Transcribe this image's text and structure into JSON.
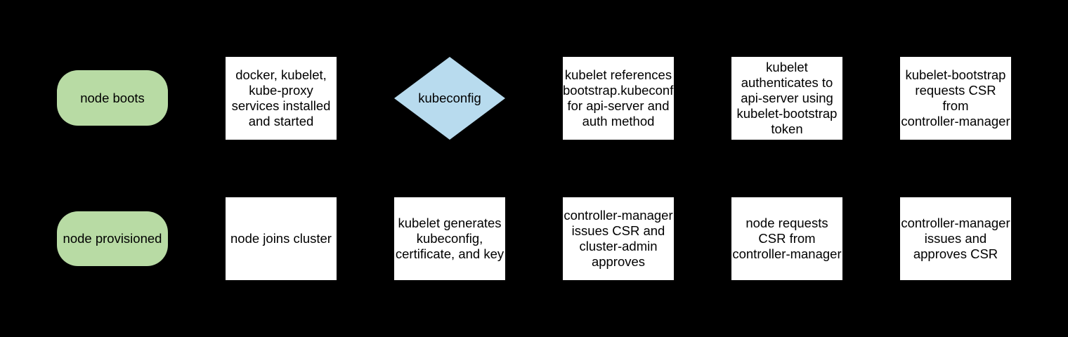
{
  "diagram": {
    "description": "kubernetes node bootstrap flowchart",
    "background": "#000000",
    "colors": {
      "terminal_fill": "#b8dba4",
      "decision_fill": "#b8dbee",
      "process_fill": "#ffffff",
      "text": "#000000"
    },
    "nodes": [
      {
        "id": "node-boots",
        "type": "terminal",
        "row": 1,
        "col": 1,
        "label": "node boots"
      },
      {
        "id": "services-installed",
        "type": "process",
        "row": 1,
        "col": 2,
        "label": "docker, kubelet,\nkube-proxy\nservices installed\nand started"
      },
      {
        "id": "kubeconfig-decision",
        "type": "decision",
        "row": 1,
        "col": 3,
        "label": "kubeconfig"
      },
      {
        "id": "kubelet-references",
        "type": "process",
        "row": 1,
        "col": 4,
        "label": "kubelet references\nbootstrap.kubeconfig\nfor api-server and\nauth method"
      },
      {
        "id": "kubelet-authenticates",
        "type": "process",
        "row": 1,
        "col": 5,
        "label": "kubelet\nauthenticates to\napi-server using\nkubelet-bootstrap\ntoken"
      },
      {
        "id": "kubelet-bootstrap-csr",
        "type": "process",
        "row": 1,
        "col": 6,
        "label": "kubelet-bootstrap\nrequests CSR\nfrom\ncontroller-manager"
      },
      {
        "id": "node-provisioned",
        "type": "terminal",
        "row": 2,
        "col": 1,
        "label": "node provisioned"
      },
      {
        "id": "node-joins-cluster",
        "type": "process",
        "row": 2,
        "col": 2,
        "label": "node joins cluster"
      },
      {
        "id": "kubelet-generates",
        "type": "process",
        "row": 2,
        "col": 3,
        "label": "kubelet generates\nkubeconfig,\ncertificate, and key"
      },
      {
        "id": "cm-issues-csr",
        "type": "process",
        "row": 2,
        "col": 4,
        "label": "controller-manager\nissues CSR and\ncluster-admin\napproves"
      },
      {
        "id": "node-requests-csr",
        "type": "process",
        "row": 2,
        "col": 5,
        "label": "node requests\nCSR from\ncontroller-manager"
      },
      {
        "id": "cm-issues-approves-csr",
        "type": "process",
        "row": 2,
        "col": 6,
        "label": "controller-manager\nissues and\napproves CSR"
      }
    ]
  }
}
